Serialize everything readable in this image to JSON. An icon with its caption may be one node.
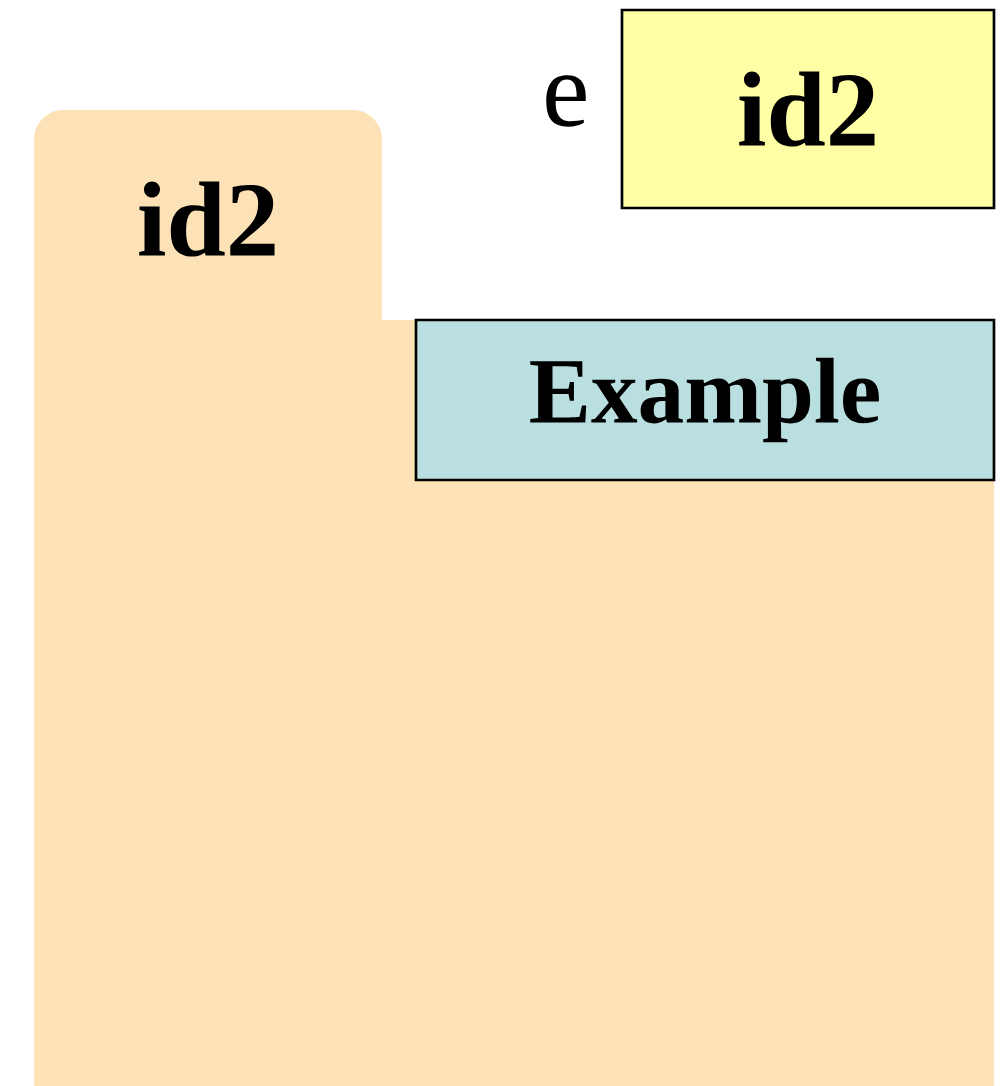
{
  "diagram": {
    "nodes": [
      {
        "text": [
          "id2"
        ]
      },
      {
        "text": [
          "Example"
        ],
        "in": 0
      },
      {
        "text": [
          "id2"
        ],
        "beside": [
          "e"
        ]
      }
    ]
  }
}
